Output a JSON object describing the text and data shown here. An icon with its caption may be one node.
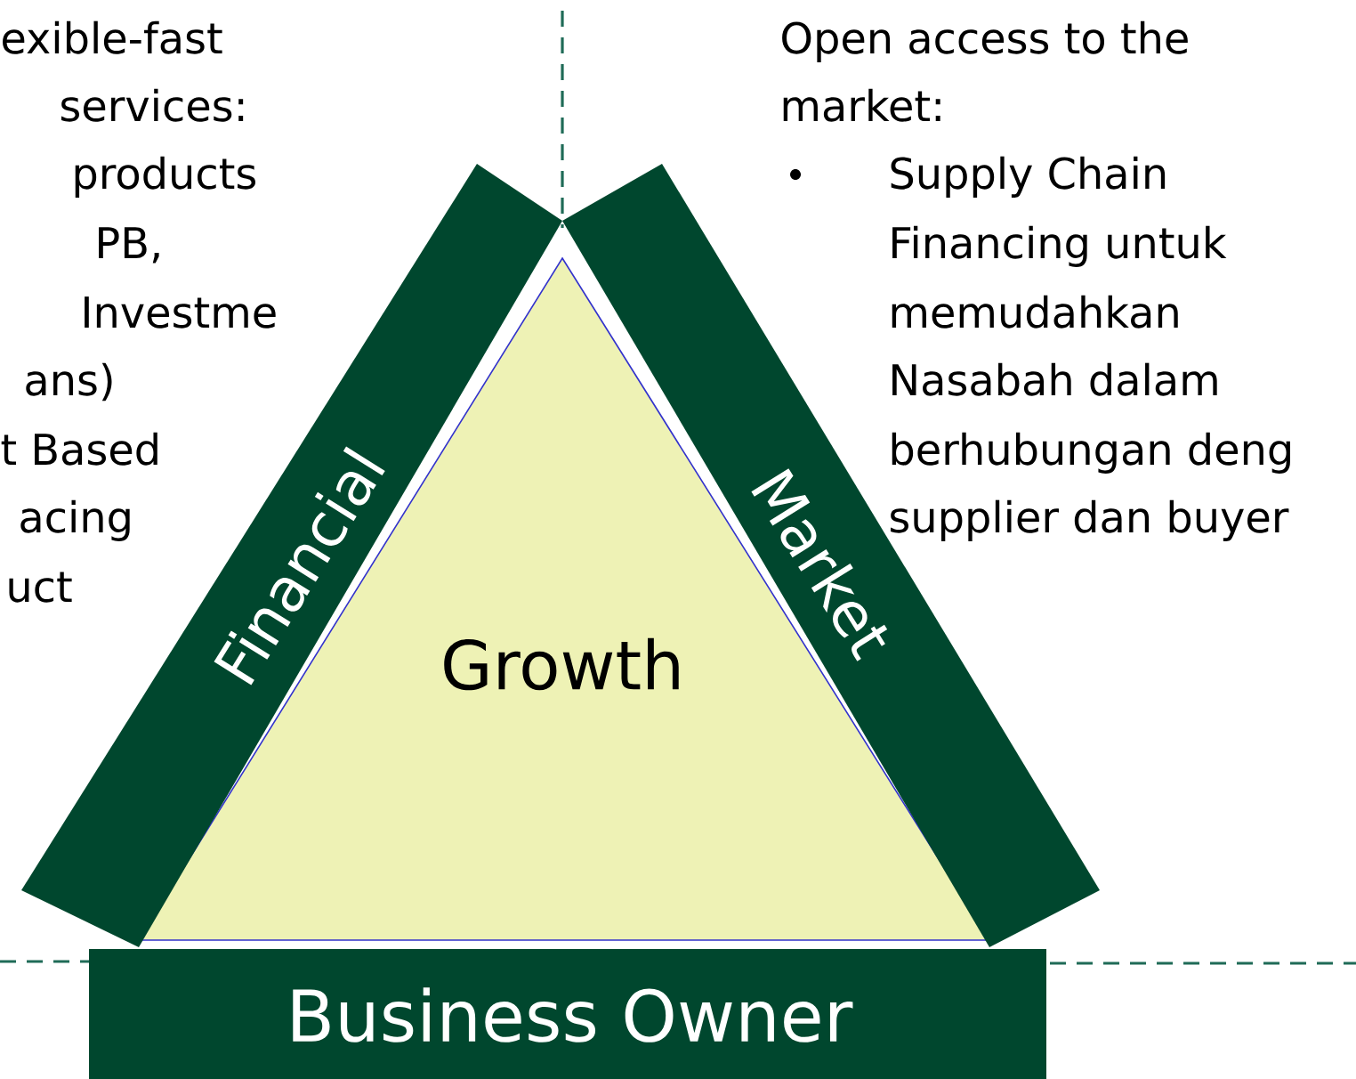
{
  "diagram": {
    "nodes": [
      {
        "text": [
          "Growth"
        ]
      },
      {
        "text": [
          "Financial"
        ]
      },
      {
        "text": [
          "Market"
        ]
      },
      {
        "text": [
          "Business Owner"
        ]
      }
    ],
    "labels": [
      "exible-fast",
      "services:",
      "products",
      "PB,",
      "Investme",
      "ans)",
      "t Based",
      "acing",
      "uct",
      "Open access to the",
      "market:",
      "Supply Chain",
      "Financing untuk",
      "memudahkan",
      "Nasabah dalam",
      "berhubungan deng",
      "supplier dan buyer"
    ]
  }
}
